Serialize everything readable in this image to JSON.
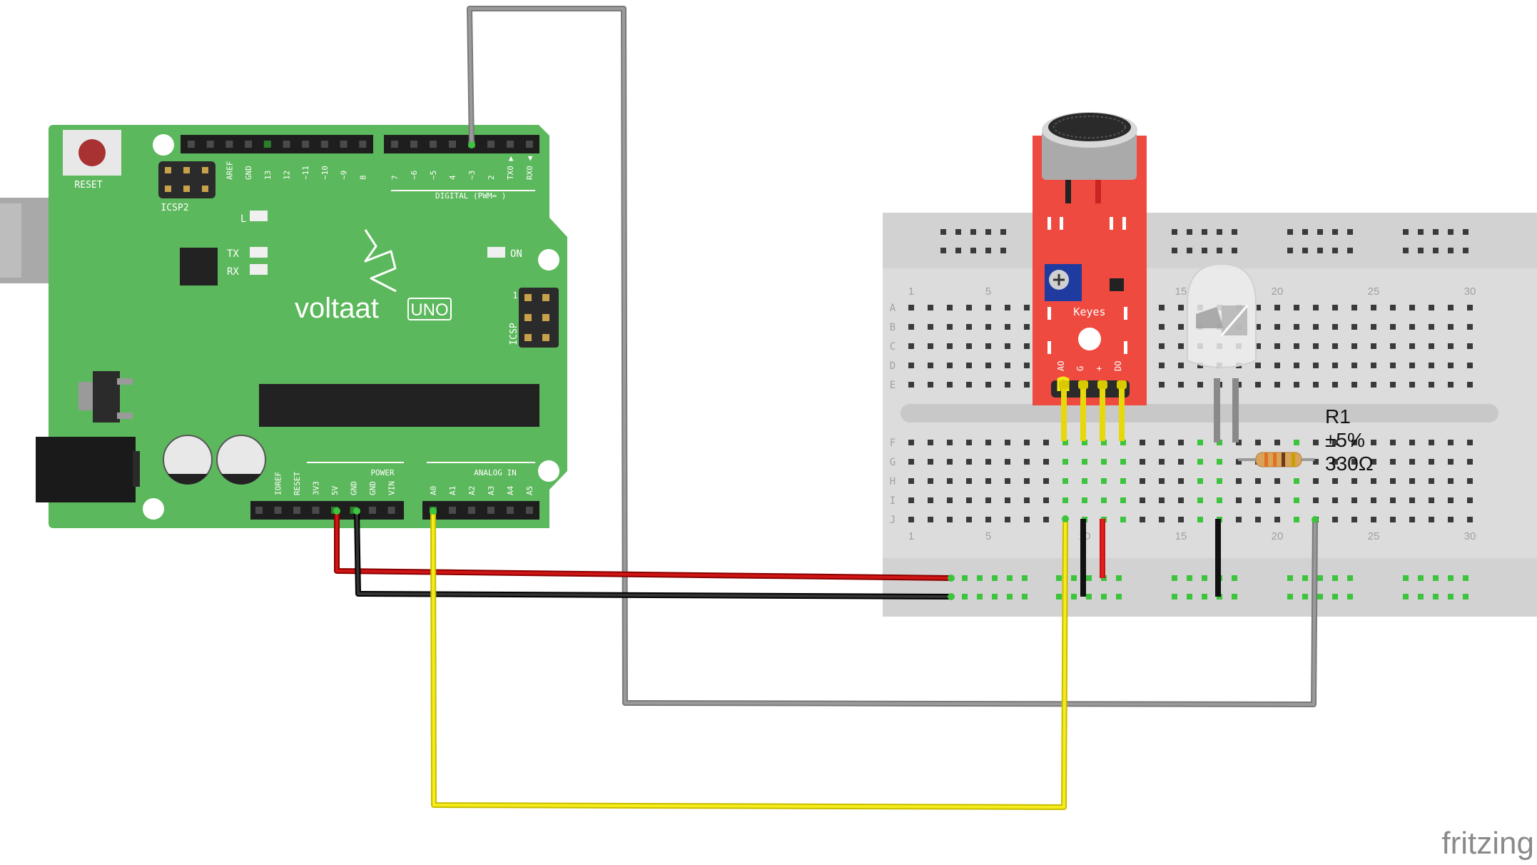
{
  "arduino": {
    "brand": "voltaat",
    "model": "UNO",
    "reset_label": "RESET",
    "icsp2_label": "ICSP2",
    "icsp_label": "ICSP",
    "icsp_pin1": "1",
    "led_l": "L",
    "led_tx": "TX",
    "led_rx": "RX",
    "led_on": "ON",
    "digital_label": "DIGITAL (PWM=    )",
    "power_label": "POWER",
    "analog_label": "ANALOG IN",
    "top_pins": [
      "AREF",
      "GND",
      "13",
      "12",
      "~11",
      "~10",
      "~9",
      "8",
      "7",
      "~6",
      "~5",
      "4",
      "~3",
      "2",
      "TX0 ▶",
      "RX0 ◀"
    ],
    "bottom_pins": [
      "IOREF",
      "RESET",
      "3V3",
      "5V",
      "GND",
      "GND",
      "VIN",
      "A0",
      "A1",
      "A2",
      "A3",
      "A4",
      "A5"
    ]
  },
  "breadboard": {
    "rows_top": [
      "A",
      "B",
      "C",
      "D",
      "E"
    ],
    "rows_bottom": [
      "F",
      "G",
      "H",
      "I",
      "J"
    ],
    "col_numbers": [
      "1",
      "5",
      "10",
      "15",
      "20",
      "25",
      "30"
    ]
  },
  "sound_sensor": {
    "brand": "Keyes",
    "pins": [
      "AO",
      "G",
      "+",
      "DO"
    ]
  },
  "resistor": {
    "name": "R1",
    "tolerance": "±5%",
    "value": "330Ω"
  },
  "watermark": "fritzing",
  "colors": {
    "board_green": "#5cb85c",
    "sensor_red": "#ee4a40",
    "wire_red": "#cc1111",
    "wire_black": "#1e1e1e",
    "wire_yellow": "#f2e811",
    "wire_gray": "#808080"
  }
}
